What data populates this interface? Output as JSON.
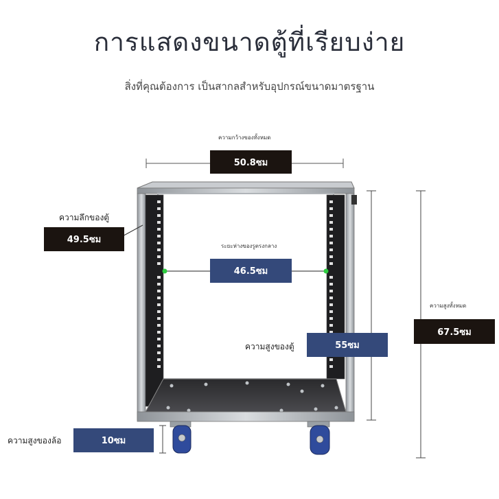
{
  "title": "การแสดงขนาดตู้ที่เรียบง่าย",
  "subtitle": "สิ่งที่คุณต้องการ เป็นสากลสำหรับอุปกรณ์ขนาดมาตรฐาน",
  "total_width": {
    "label": "ความกว้างของทั้งหมด",
    "value": "50.8ซม"
  },
  "depth": {
    "label": "ความลึกของตู้",
    "value": "49.5ซม"
  },
  "hole_distance": {
    "label": "ระยะห่างของรูตรงกลาง",
    "value": "46.5ซม"
  },
  "total_height": {
    "label": "ความสูงทั้งหมด",
    "value": "67.5ซม"
  },
  "cabinet_height": {
    "label": "ความสูงของตู้",
    "value": "55ซม"
  },
  "wheel_height": {
    "label": "ความสูงของล้อ",
    "value": "10ซม"
  },
  "colors": {
    "dark_box": "#1b1410",
    "blue_box": "#34497a",
    "marker": "#2ecc40"
  }
}
